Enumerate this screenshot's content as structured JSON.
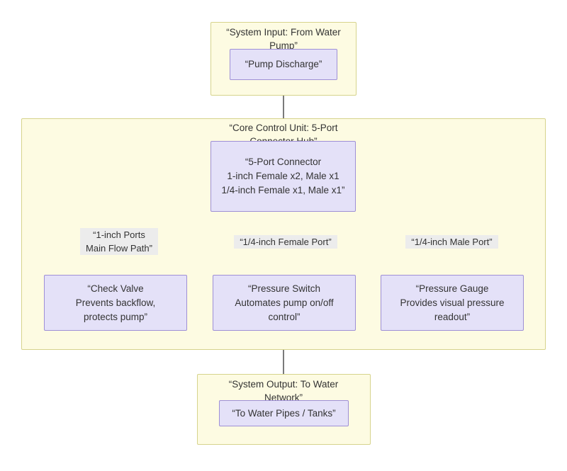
{
  "diagram": {
    "type": "flowchart",
    "direction": "top-to-bottom",
    "theme": {
      "node_fill": "#e4e1f8",
      "node_stroke": "#9e8fd6",
      "cluster_fill": "#fdfbe2",
      "cluster_stroke": "#d6d38c",
      "edge_stroke": "#333333",
      "edge_label_bg": "#ececec",
      "text_color": "#333333",
      "page_bg": "#ffffff"
    },
    "clusters": [
      {
        "id": "input-cluster",
        "title": "“System Input: From Water Pump”"
      },
      {
        "id": "core-cluster",
        "title": "“Core Control Unit: 5-Port Connector Hub”"
      },
      {
        "id": "output-cluster",
        "title": "“System Output: To Water Network”"
      }
    ],
    "nodes": [
      {
        "id": "pump-discharge",
        "label": "“Pump Discharge”"
      },
      {
        "id": "five-port-connector",
        "label": "“5-Port Connector\n1-inch Female x2, Male x1\n1/4-inch Female x1, Male x1”"
      },
      {
        "id": "check-valve",
        "label": "“Check Valve\nPrevents backflow,\nprotects pump”"
      },
      {
        "id": "pressure-switch",
        "label": "“Pressure Switch\nAutomates pump on/off\ncontrol”"
      },
      {
        "id": "pressure-gauge",
        "label": "“Pressure Gauge\nProvides visual pressure\nreadout”"
      },
      {
        "id": "to-water-pipes",
        "label": "“To Water Pipes / Tanks”"
      }
    ],
    "edges": [
      {
        "id": "edge-input-to-hub",
        "from": "pump-discharge",
        "to": "five-port-connector",
        "label": ""
      },
      {
        "id": "edge-hub-to-check-valve",
        "from": "five-port-connector",
        "to": "check-valve",
        "label": "“1-inch Ports\nMain Flow Path”"
      },
      {
        "id": "edge-hub-to-pressure-switch",
        "from": "five-port-connector",
        "to": "pressure-switch",
        "label": "“1/4-inch Female Port”"
      },
      {
        "id": "edge-hub-to-pressure-gauge",
        "from": "five-port-connector",
        "to": "pressure-gauge",
        "label": "“1/4-inch Male Port”"
      },
      {
        "id": "edge-core-to-output",
        "from": "check-valve",
        "to": "to-water-pipes",
        "label": ""
      }
    ]
  }
}
